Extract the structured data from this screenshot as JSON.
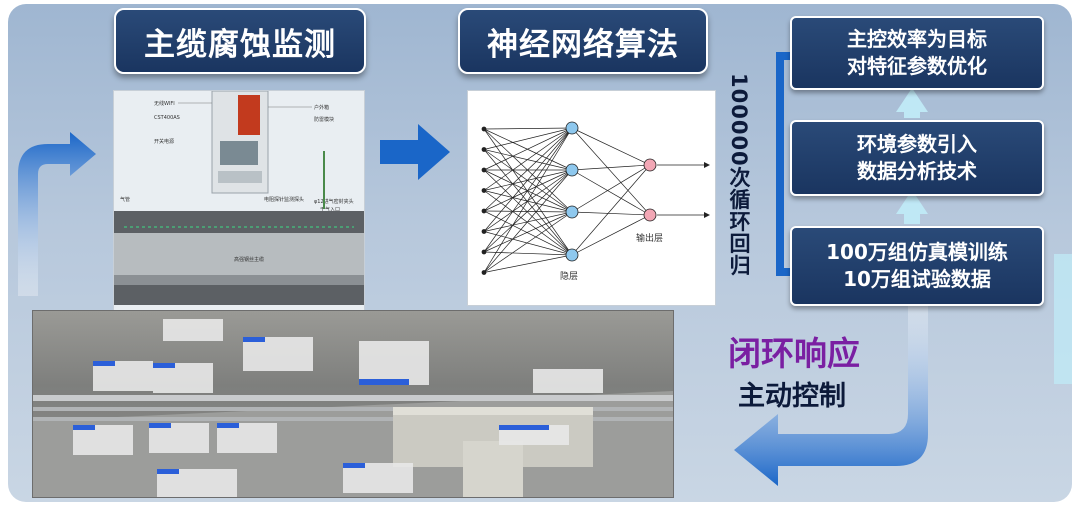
{
  "titles": {
    "corrosion_monitoring": "主缆腐蚀监测",
    "neural_network": "神经网络算法"
  },
  "loop": {
    "vertical_label": "100000次循环回归"
  },
  "steps": {
    "optimize": [
      "主控效率为目标",
      "对特征参数优化"
    ],
    "environment": [
      "环境参数引入",
      "数据分析技术"
    ],
    "training": [
      "100万组仿真模训练",
      "10万组试验数据"
    ]
  },
  "response": {
    "closed_loop": "闭环响应",
    "active_control": "主动控制"
  },
  "nn_labels": {
    "hidden": "隐层",
    "output": "输出层"
  },
  "photo_labels": [
    "无线WIFI",
    "CST400AS",
    "开关电源",
    "户外箱",
    "防雷模块",
    "电阻探针监测探头",
    "φ12进气密封夹头",
    "干气入口",
    "气管",
    "高强钢丝主缆"
  ],
  "colors": {
    "title_bg": "#1a3560",
    "arrow_blue": "#1a66c8",
    "closed_loop_purple": "#7a1fa2",
    "up_arrow": "#bfe8f5"
  }
}
